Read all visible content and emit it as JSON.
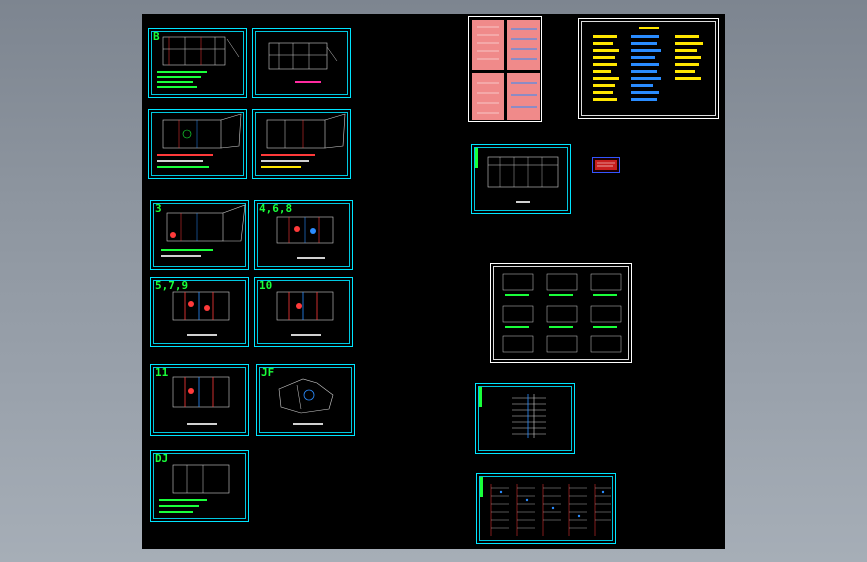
{
  "viewport": {
    "background": "grey-gradient",
    "canvas_color": "#000000",
    "sheet_border_color": "#00e5ff",
    "accent_green": "#19ff3a"
  },
  "sheets": {
    "s1": {
      "label": "B"
    },
    "s2": {
      "label": ""
    },
    "s3": {
      "label": ""
    },
    "s4": {
      "label": ""
    },
    "s5": {
      "label": "3"
    },
    "s6": {
      "label": "4,6,8"
    },
    "s7": {
      "label": "5,7,9"
    },
    "s8": {
      "label": "10"
    },
    "s9": {
      "label": "11"
    },
    "s10": {
      "label": "JF"
    },
    "s11": {
      "label": "DJ"
    }
  },
  "right_column": {
    "legend_sheet": {
      "label": ""
    },
    "system_sheet_1": {
      "label": ""
    },
    "system_sheet_2": {
      "label": ""
    },
    "riser_sheet": {
      "label": ""
    },
    "distribution_sheet": {
      "label": ""
    }
  }
}
